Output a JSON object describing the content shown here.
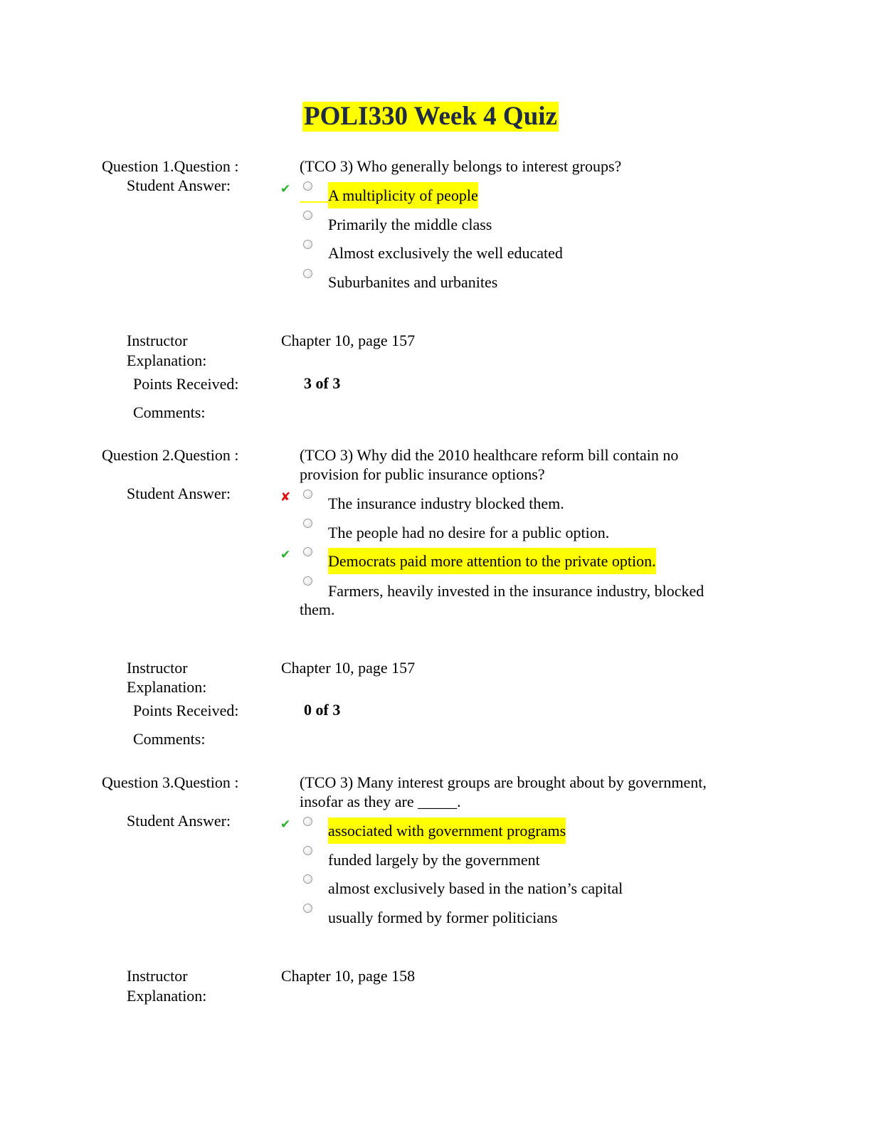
{
  "title": "POLI330 Week 4 Quiz",
  "labels": {
    "question": "Question 1.Question :",
    "student_answer": "Student Answer:",
    "instructor_1": "Instructor",
    "instructor_2": "Explanation:",
    "points": "Points Received:",
    "comments": "Comments:"
  },
  "questions": [
    {
      "label": "Question 1.Question :",
      "text_lines": [
        "(TCO 3) Who generally belongs to interest groups?"
      ],
      "options": [
        {
          "text": "A multiplicity of people",
          "mark": "correct",
          "highlighted": true
        },
        {
          "text": "Primarily the middle class",
          "mark": "",
          "highlighted": false
        },
        {
          "text": "Almost exclusively the well educated",
          "mark": "",
          "highlighted": false
        },
        {
          "text": "Suburbanites and urbanites",
          "mark": "",
          "highlighted": false
        }
      ],
      "explanation": "Chapter 10, page 157",
      "points": "3 of 3"
    },
    {
      "label": "Question 2.Question :",
      "text_lines": [
        "(TCO 3) Why did the 2010 healthcare reform bill contain no",
        "provision for public insurance options?"
      ],
      "options": [
        {
          "text": "The insurance industry blocked them.",
          "mark": "incorrect",
          "highlighted": false
        },
        {
          "text": "The people had no desire for a public option.",
          "mark": "",
          "highlighted": false
        },
        {
          "text": "Democrats paid more attention to the private option.",
          "mark": "correct",
          "highlighted": true
        },
        {
          "text": "Farmers, heavily invested in the insurance industry, blocked",
          "text_cont": "them.",
          "mark": "",
          "highlighted": false
        }
      ],
      "explanation": "Chapter 10, page 157",
      "points": "0 of 3"
    },
    {
      "label": "Question 3.Question :",
      "text_lines": [
        "(TCO 3) Many interest groups are brought about by government,",
        "insofar as they are _____."
      ],
      "options": [
        {
          "text": "associated with government programs",
          "mark": "correct",
          "highlighted": true
        },
        {
          "text": "funded largely by the government",
          "mark": "",
          "highlighted": false
        },
        {
          "text": "almost exclusively based in the nation’s capital",
          "mark": "",
          "highlighted": false
        },
        {
          "text": "usually formed by former politicians",
          "mark": "",
          "highlighted": false
        }
      ],
      "explanation": "Chapter 10, page 158"
    }
  ],
  "icons": {
    "correct": "check-icon",
    "incorrect": "cross-icon",
    "option": "radio-button-icon"
  },
  "colors": {
    "highlight": "#ffff00",
    "title_text": "#1f2a44",
    "correct": "#2bb12b",
    "incorrect": "#e01010"
  }
}
